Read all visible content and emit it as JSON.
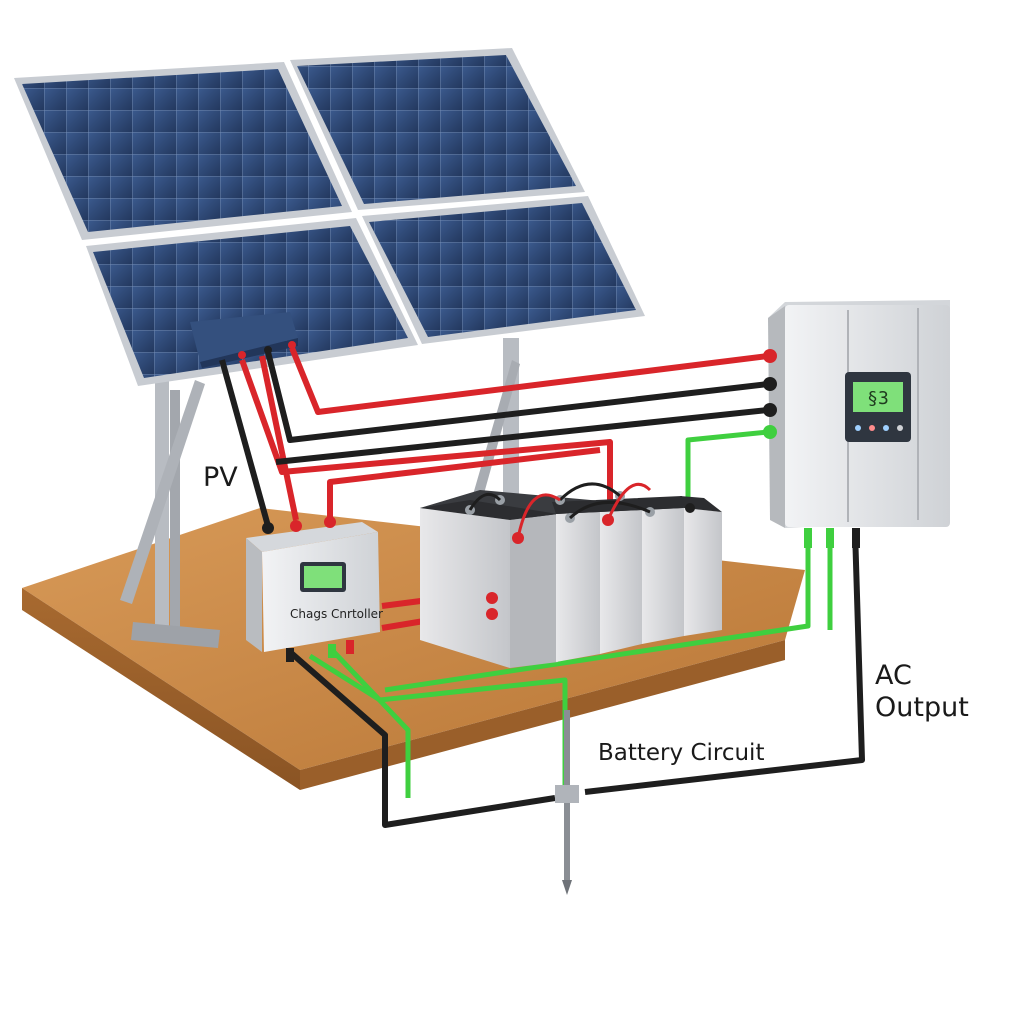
{
  "labels": {
    "pv": "PV",
    "ac_output_line1": "AC",
    "ac_output_line2": "Output",
    "battery_circuit": "Battery Circuit",
    "charge_controller": "Chags Cnrtoller"
  },
  "inverter": {
    "display_text": "§3"
  },
  "colors": {
    "positive_wire": "#d9252a",
    "negative_wire": "#1e1e1e",
    "ground_wire": "#3fcf3f",
    "panel_cell": "#2f4a7a",
    "panel_frame": "#c8ccd2",
    "platform": "#c98a4a",
    "lcd": "#7fe07a"
  }
}
